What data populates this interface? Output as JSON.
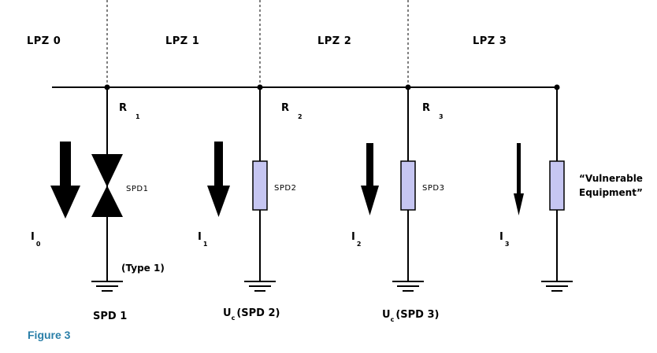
{
  "zones": [
    "LPZ 0",
    "LPZ 1",
    "LPZ 2",
    "LPZ 3"
  ],
  "resistors": [
    {
      "label": "R",
      "sub": "1"
    },
    {
      "label": "R",
      "sub": "2"
    },
    {
      "label": "R",
      "sub": "3"
    }
  ],
  "devices": [
    "SPD1",
    "SPD2",
    "SPD3"
  ],
  "vulnerable": {
    "line1": "“Vulnerable",
    "line2": "Equipment”"
  },
  "currents": [
    {
      "label": "I",
      "sub": "0"
    },
    {
      "label": "I",
      "sub": "1"
    },
    {
      "label": "I",
      "sub": "2"
    },
    {
      "label": "I",
      "sub": "3"
    }
  ],
  "type_note": "(Type 1)",
  "bottom": {
    "spd1": "SPD 1",
    "spd2_prefix": "U",
    "spd2_sub": "c",
    "spd2_suffix": "(SPD 2)",
    "spd3_prefix": "U",
    "spd3_sub": "c",
    "spd3_suffix": "(SPD 3)"
  },
  "caption": "Figure 3",
  "colors": {
    "component_fill": "#c6c6f2",
    "caption": "#2a7fa8"
  }
}
